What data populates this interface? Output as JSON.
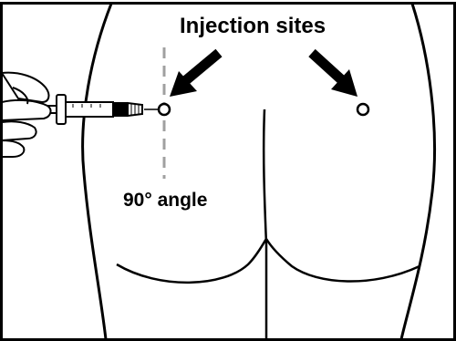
{
  "diagram": {
    "title": "Injection sites",
    "angle_label": "90° angle",
    "colors": {
      "line": "#000000",
      "guide": "#a0a0a0",
      "background": "#ffffff"
    },
    "icons": [
      "arrow-icon",
      "syringe-icon",
      "hand-icon",
      "injection-site-marker"
    ]
  }
}
